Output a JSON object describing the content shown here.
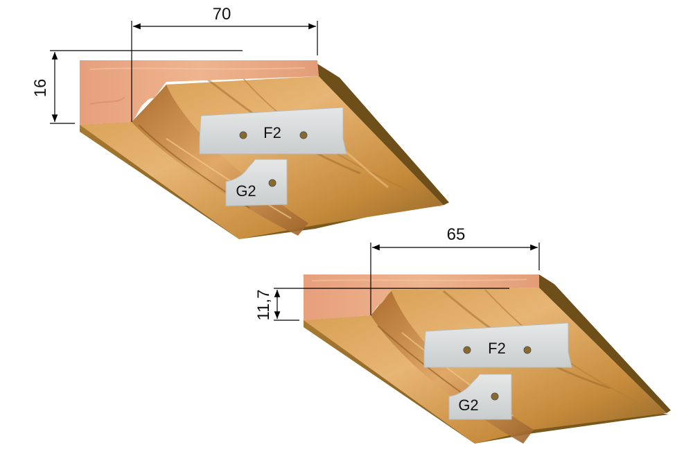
{
  "profiles": [
    {
      "width_label": "70",
      "height_label": "16",
      "knives": {
        "upper": "F2",
        "lower": "G2"
      }
    },
    {
      "width_label": "65",
      "height_label": "11,7",
      "knives": {
        "upper": "F2",
        "lower": "G2"
      }
    }
  ],
  "colors": {
    "wood_top": "#e8a680",
    "wood_light": "#e3b27a",
    "wood_mid": "#c98a3e",
    "wood_dark": "#7e5b22",
    "knife": "#d9dcdc",
    "dimension_line": "#000000"
  }
}
